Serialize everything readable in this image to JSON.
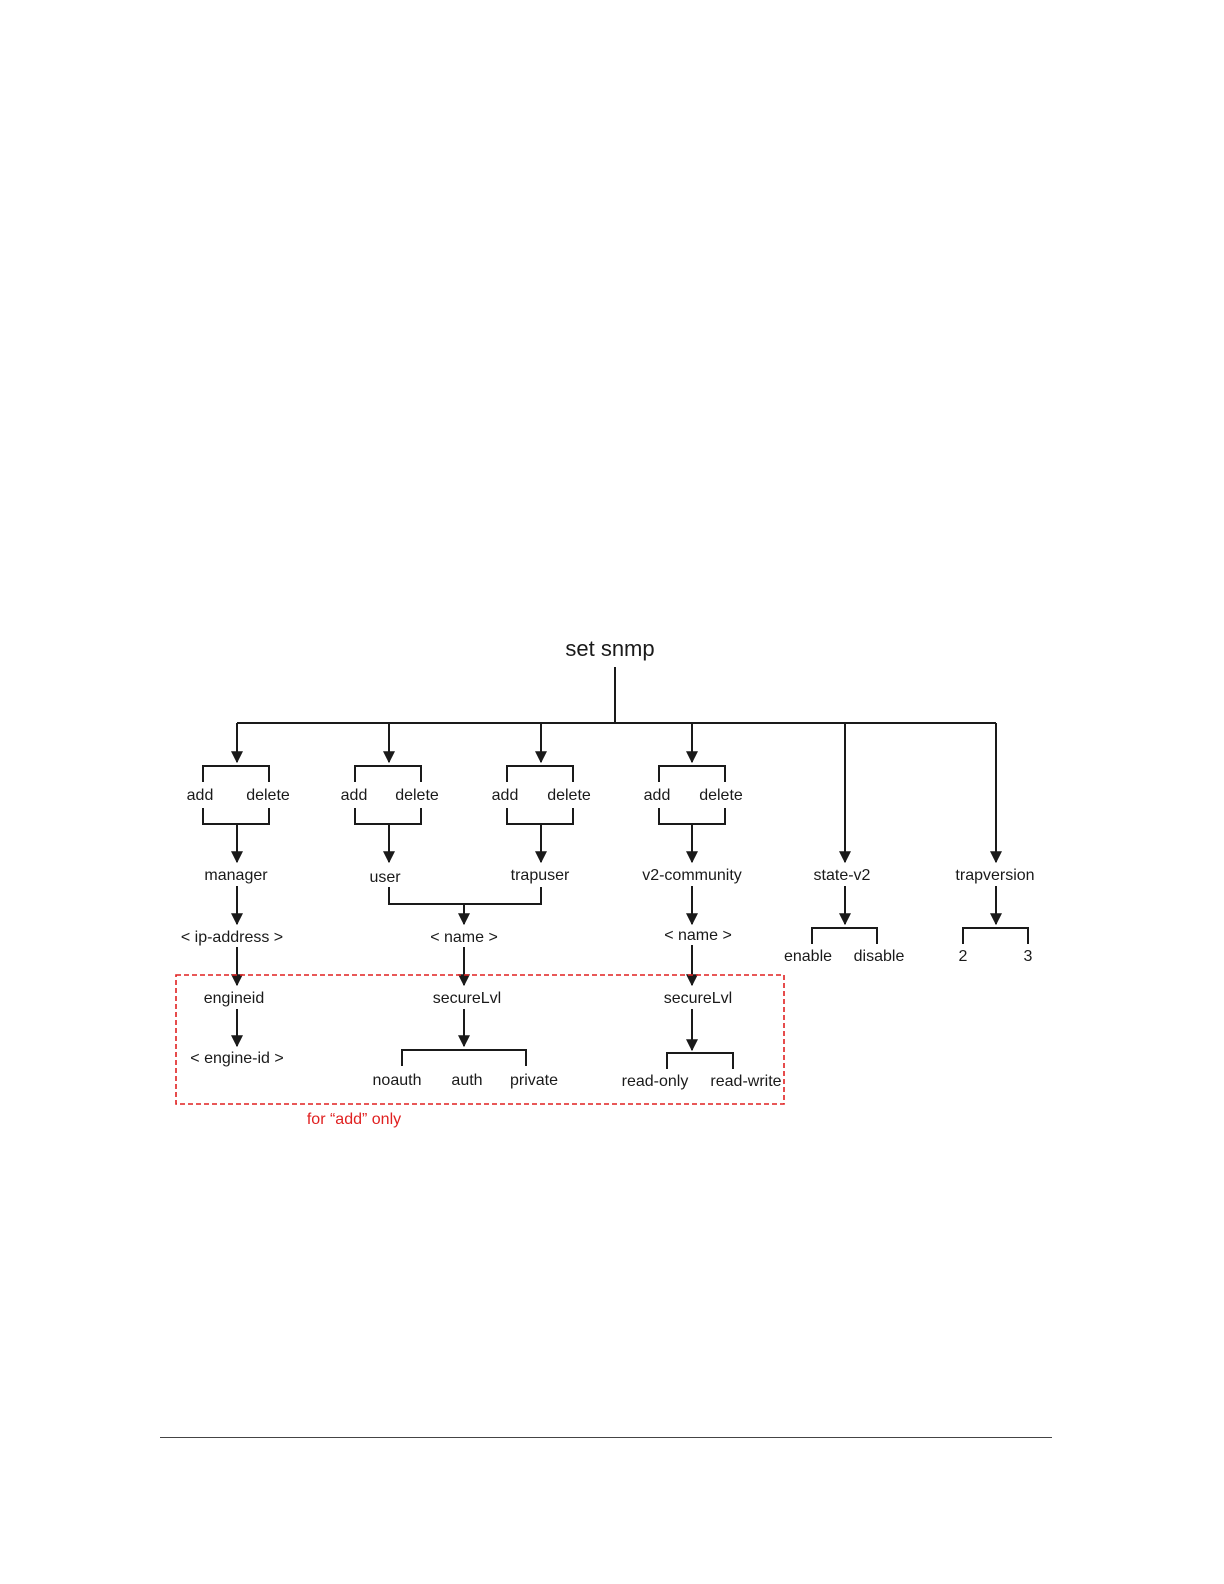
{
  "diagram": {
    "title": "set snmp",
    "accent_color": "#e02020",
    "line_color": "#1a1a1a",
    "branches": {
      "manager": {
        "ops": [
          "add",
          "delete"
        ],
        "keyword": "manager",
        "arg": "< ip-address >",
        "option_keyword": "engineid",
        "option_arg": "< engine-id >"
      },
      "user": {
        "ops": [
          "add",
          "delete"
        ],
        "keyword": "user"
      },
      "trapuser": {
        "ops": [
          "add",
          "delete"
        ],
        "keyword": "trapuser"
      },
      "shared_name": {
        "arg": "< name >",
        "option_keyword": "secureLvl",
        "option_values": [
          "noauth",
          "auth",
          "private"
        ]
      },
      "community": {
        "ops": [
          "add",
          "delete"
        ],
        "keyword": "v2-community",
        "arg": "< name >",
        "option_keyword": "secureLvl",
        "option_values": [
          "read-only",
          "read-write"
        ]
      },
      "state": {
        "keyword": "state-v2",
        "values": [
          "enable",
          "disable"
        ]
      },
      "trapversion": {
        "keyword": "trapversion",
        "values": [
          "2",
          "3"
        ]
      }
    },
    "region_note": "for “add” only"
  }
}
